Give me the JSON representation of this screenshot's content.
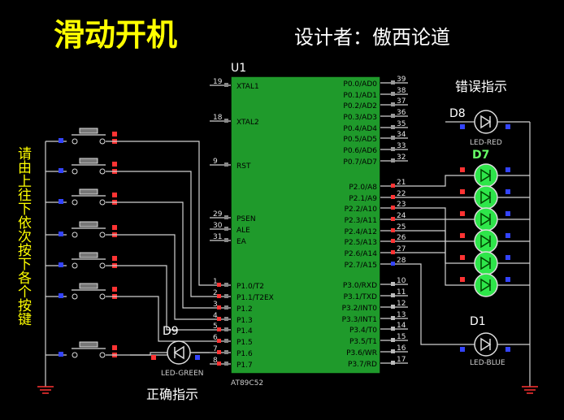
{
  "header": {
    "title": "滑动开机",
    "designer": "设计者：傲西论道"
  },
  "side_instruction": "请由上往下依次按下各个按键",
  "chip": {
    "ref": "U1",
    "part": "AT89C52",
    "left_pins": [
      {
        "num": "19",
        "name": "XTAL1"
      },
      {
        "num": "18",
        "name": "XTAL2"
      },
      {
        "num": "9",
        "name": "RST"
      },
      {
        "num": "29",
        "name": "PSEN"
      },
      {
        "num": "30",
        "name": "ALE"
      },
      {
        "num": "31",
        "name": "EA"
      },
      {
        "num": "1",
        "name": "P1.0/T2"
      },
      {
        "num": "2",
        "name": "P1.1/T2EX"
      },
      {
        "num": "3",
        "name": "P1.2"
      },
      {
        "num": "4",
        "name": "P1.3"
      },
      {
        "num": "5",
        "name": "P1.4"
      },
      {
        "num": "6",
        "name": "P1.5"
      },
      {
        "num": "7",
        "name": "P1.6"
      },
      {
        "num": "8",
        "name": "P1.7"
      }
    ],
    "right_pins": [
      {
        "num": "39",
        "name": "P0.0/AD0"
      },
      {
        "num": "38",
        "name": "P0.1/AD1"
      },
      {
        "num": "37",
        "name": "P0.2/AD2"
      },
      {
        "num": "36",
        "name": "P0.3/AD3"
      },
      {
        "num": "35",
        "name": "P0.4/AD4"
      },
      {
        "num": "34",
        "name": "P0.5/AD5"
      },
      {
        "num": "33",
        "name": "P0.6/AD6"
      },
      {
        "num": "32",
        "name": "P0.7/AD7"
      },
      {
        "num": "21",
        "name": "P2.0/A8"
      },
      {
        "num": "22",
        "name": "P2.1/A9"
      },
      {
        "num": "23",
        "name": "P2.2/A10"
      },
      {
        "num": "24",
        "name": "P2.3/A11"
      },
      {
        "num": "25",
        "name": "P2.4/A12"
      },
      {
        "num": "26",
        "name": "P2.5/A13"
      },
      {
        "num": "27",
        "name": "P2.6/A14"
      },
      {
        "num": "28",
        "name": "P2.7/A15"
      },
      {
        "num": "10",
        "name": "P3.0/RXD"
      },
      {
        "num": "11",
        "name": "P3.1/TXD"
      },
      {
        "num": "12",
        "name": "P3.2/INT0"
      },
      {
        "num": "13",
        "name": "P3.3/INT1"
      },
      {
        "num": "14",
        "name": "P3.4/T0"
      },
      {
        "num": "15",
        "name": "P3.5/T1"
      },
      {
        "num": "16",
        "name": "P3.6/WR"
      },
      {
        "num": "17",
        "name": "P3.7/RD"
      }
    ]
  },
  "error_label": "错误指示",
  "correct_label": "正确指示",
  "leds": {
    "d8": {
      "ref": "D8",
      "part": "LED-RED"
    },
    "d7": {
      "ref": "D7"
    },
    "d1": {
      "ref": "D1",
      "part": "LED-BLUE"
    },
    "d9": {
      "ref": "D9",
      "part": "LED-GREEN"
    }
  },
  "colors": {
    "chip_fill": "#1f9a2b",
    "led_green_lit": "#2ee64a",
    "pin_red": "#ff3333",
    "pin_blue": "#3344ff",
    "text_yellow": "#ffff00"
  }
}
